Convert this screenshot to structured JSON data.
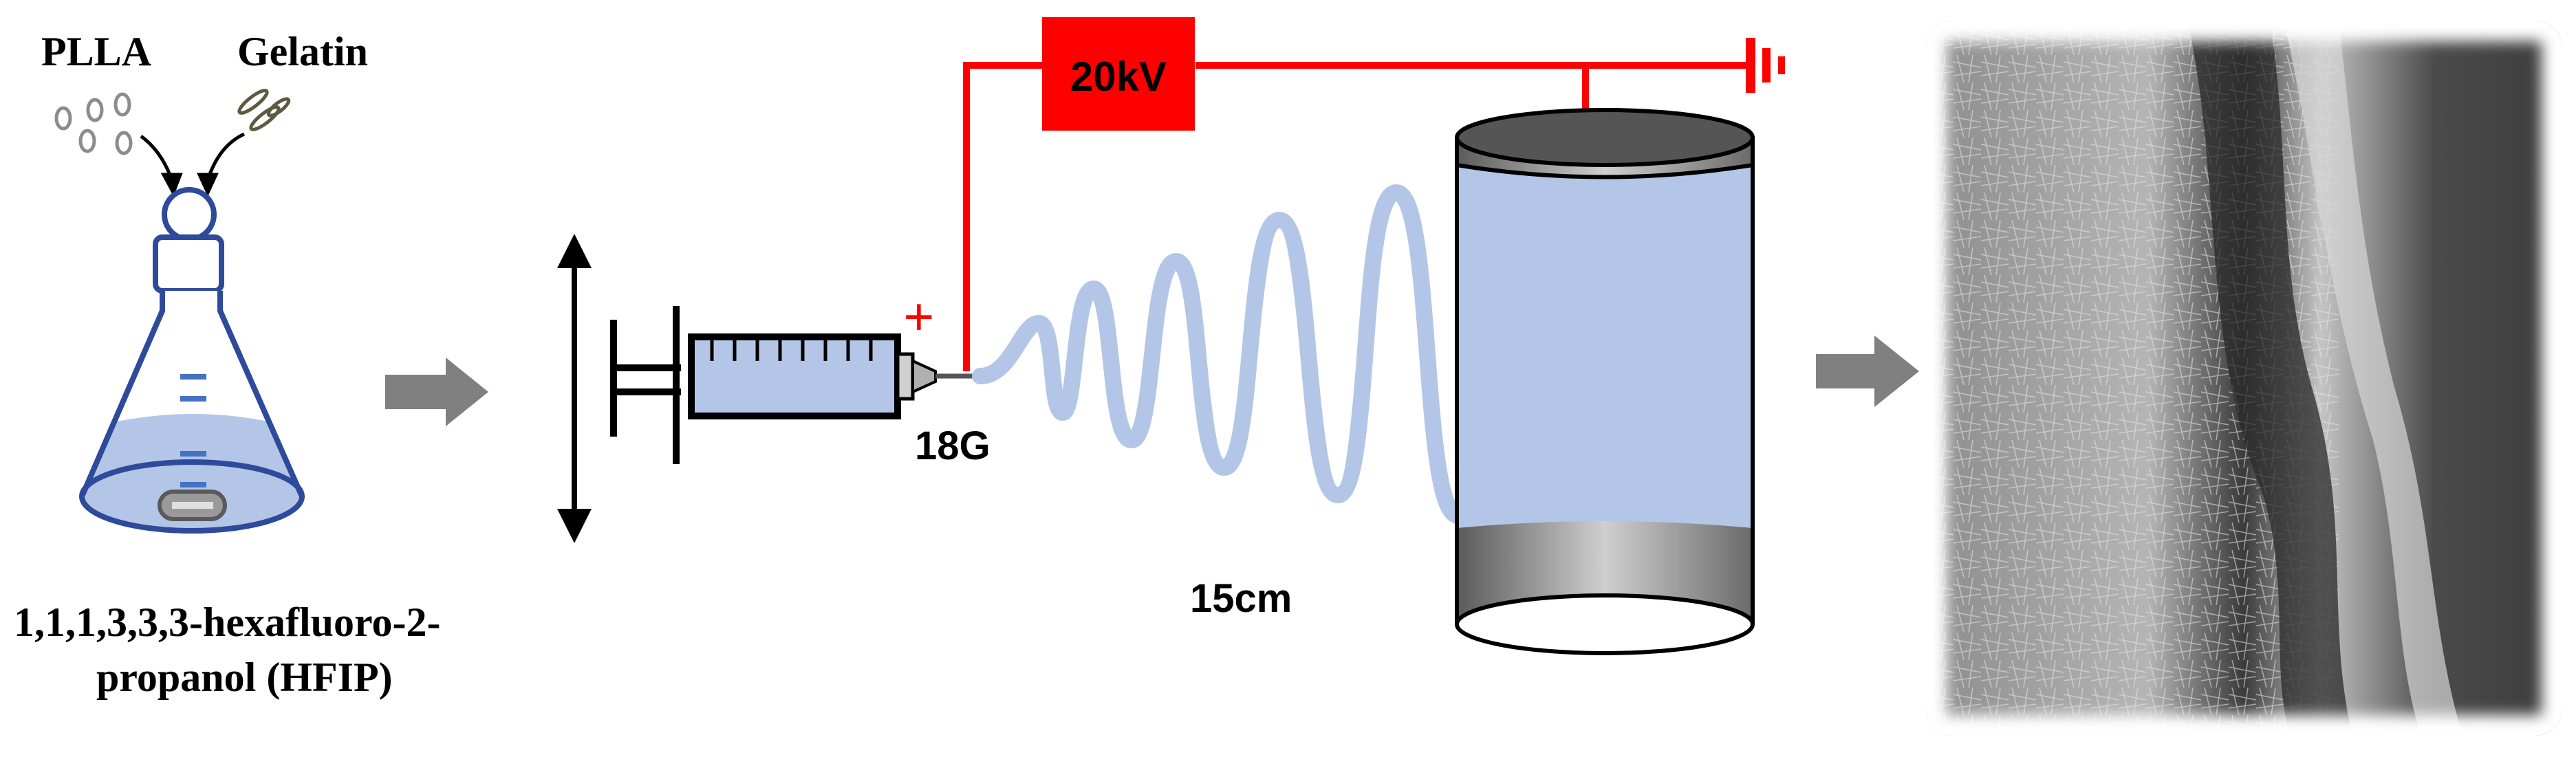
{
  "labels": {
    "polymer_a": "PLLA",
    "polymer_b": "Gelatin",
    "solvent_line1": "1,1,1,3,3,3-hexafluoro-2-",
    "solvent_line2": "propanol (HFIP)",
    "voltage": "20kV",
    "needle_gauge": "18G",
    "distance": "15cm",
    "polarity": "+"
  },
  "colors": {
    "flask_outline": "#2e4a9a",
    "solution": "#b3c6e7",
    "wire": "#ff0000",
    "arrow": "#808080",
    "collector_cap": "#7f7f7f",
    "text": "#000000"
  },
  "icons": {
    "flask": "erlenmeyer-flask-icon",
    "ground": "ground-symbol-icon",
    "syringe": "syringe-icon",
    "collector": "rotating-drum-collector-icon",
    "sem": "sem-micrograph-image"
  }
}
